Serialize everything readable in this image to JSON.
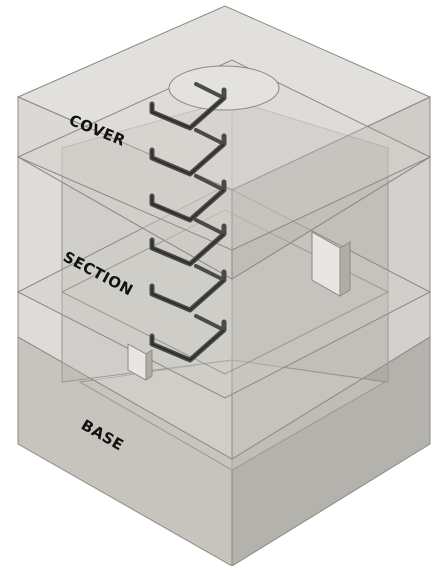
{
  "labels": {
    "cover": "COVER",
    "section": "SECTION",
    "base": "BASE"
  },
  "components": [
    "cover",
    "section",
    "base",
    "manhole-opening",
    "step-irons",
    "pipe-openings"
  ],
  "step_irons": {
    "count": 6
  },
  "colors": {
    "background": "#ffffff",
    "concrete_left": "#bdbab3",
    "concrete_right": "#a7a49d",
    "concrete_top": "#cfccc6",
    "edge": "#8c8983",
    "step_iron": "#4a4a4a",
    "label": "#111111"
  }
}
